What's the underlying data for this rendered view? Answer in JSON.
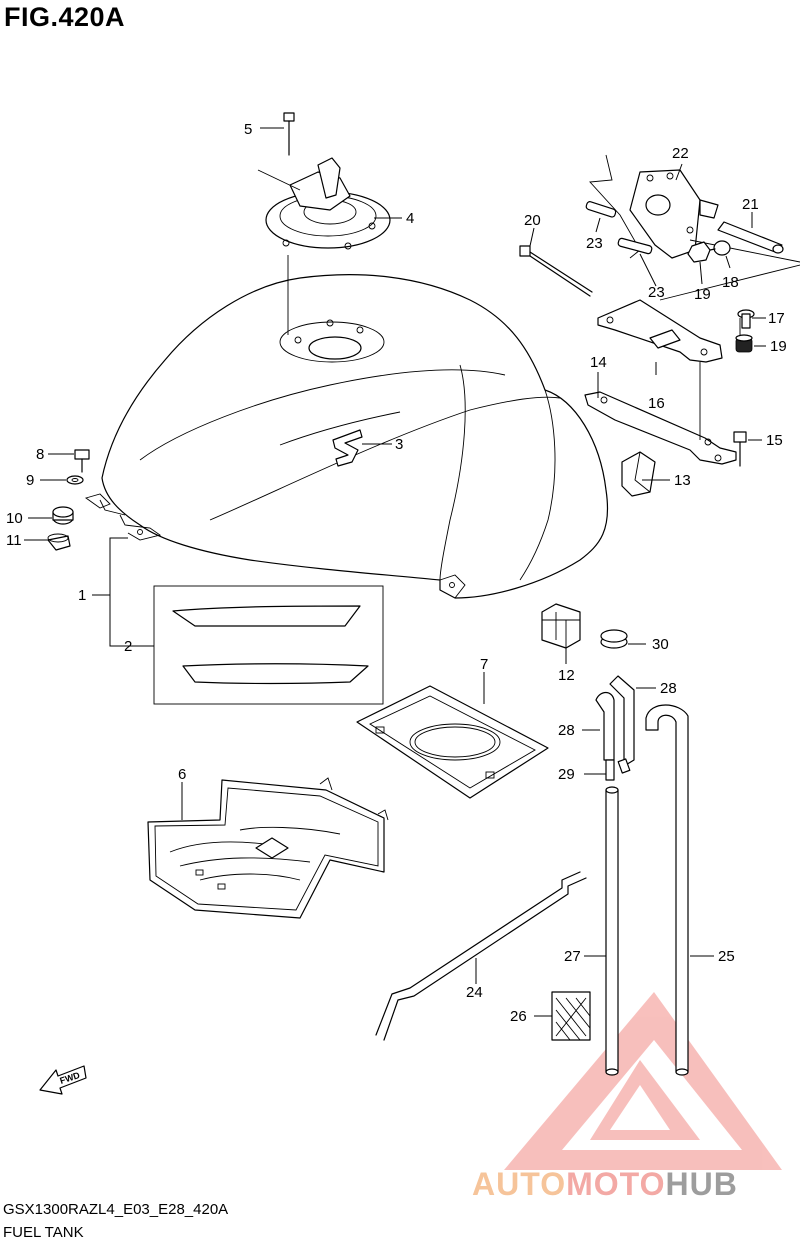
{
  "figure": {
    "title": "FIG.420A",
    "model_code": "GSX1300RAZL4_E03_E28_420A",
    "name": "FUEL TANK",
    "fwd_label": "FWD"
  },
  "callouts": [
    "1",
    "2",
    "3",
    "4",
    "5",
    "6",
    "7",
    "8",
    "9",
    "10",
    "11",
    "12",
    "13",
    "14",
    "15",
    "16",
    "17",
    "18",
    "19",
    "19",
    "20",
    "21",
    "22",
    "23",
    "23",
    "24",
    "25",
    "26",
    "27",
    "28",
    "28",
    "29",
    "30"
  ],
  "watermark": {
    "part1": "AUTO",
    "part2": "MOTO",
    "part3": "HUB",
    "color1": "#f6c49a",
    "color2": "#f3a9a5",
    "color3": "#9d9d9d"
  }
}
